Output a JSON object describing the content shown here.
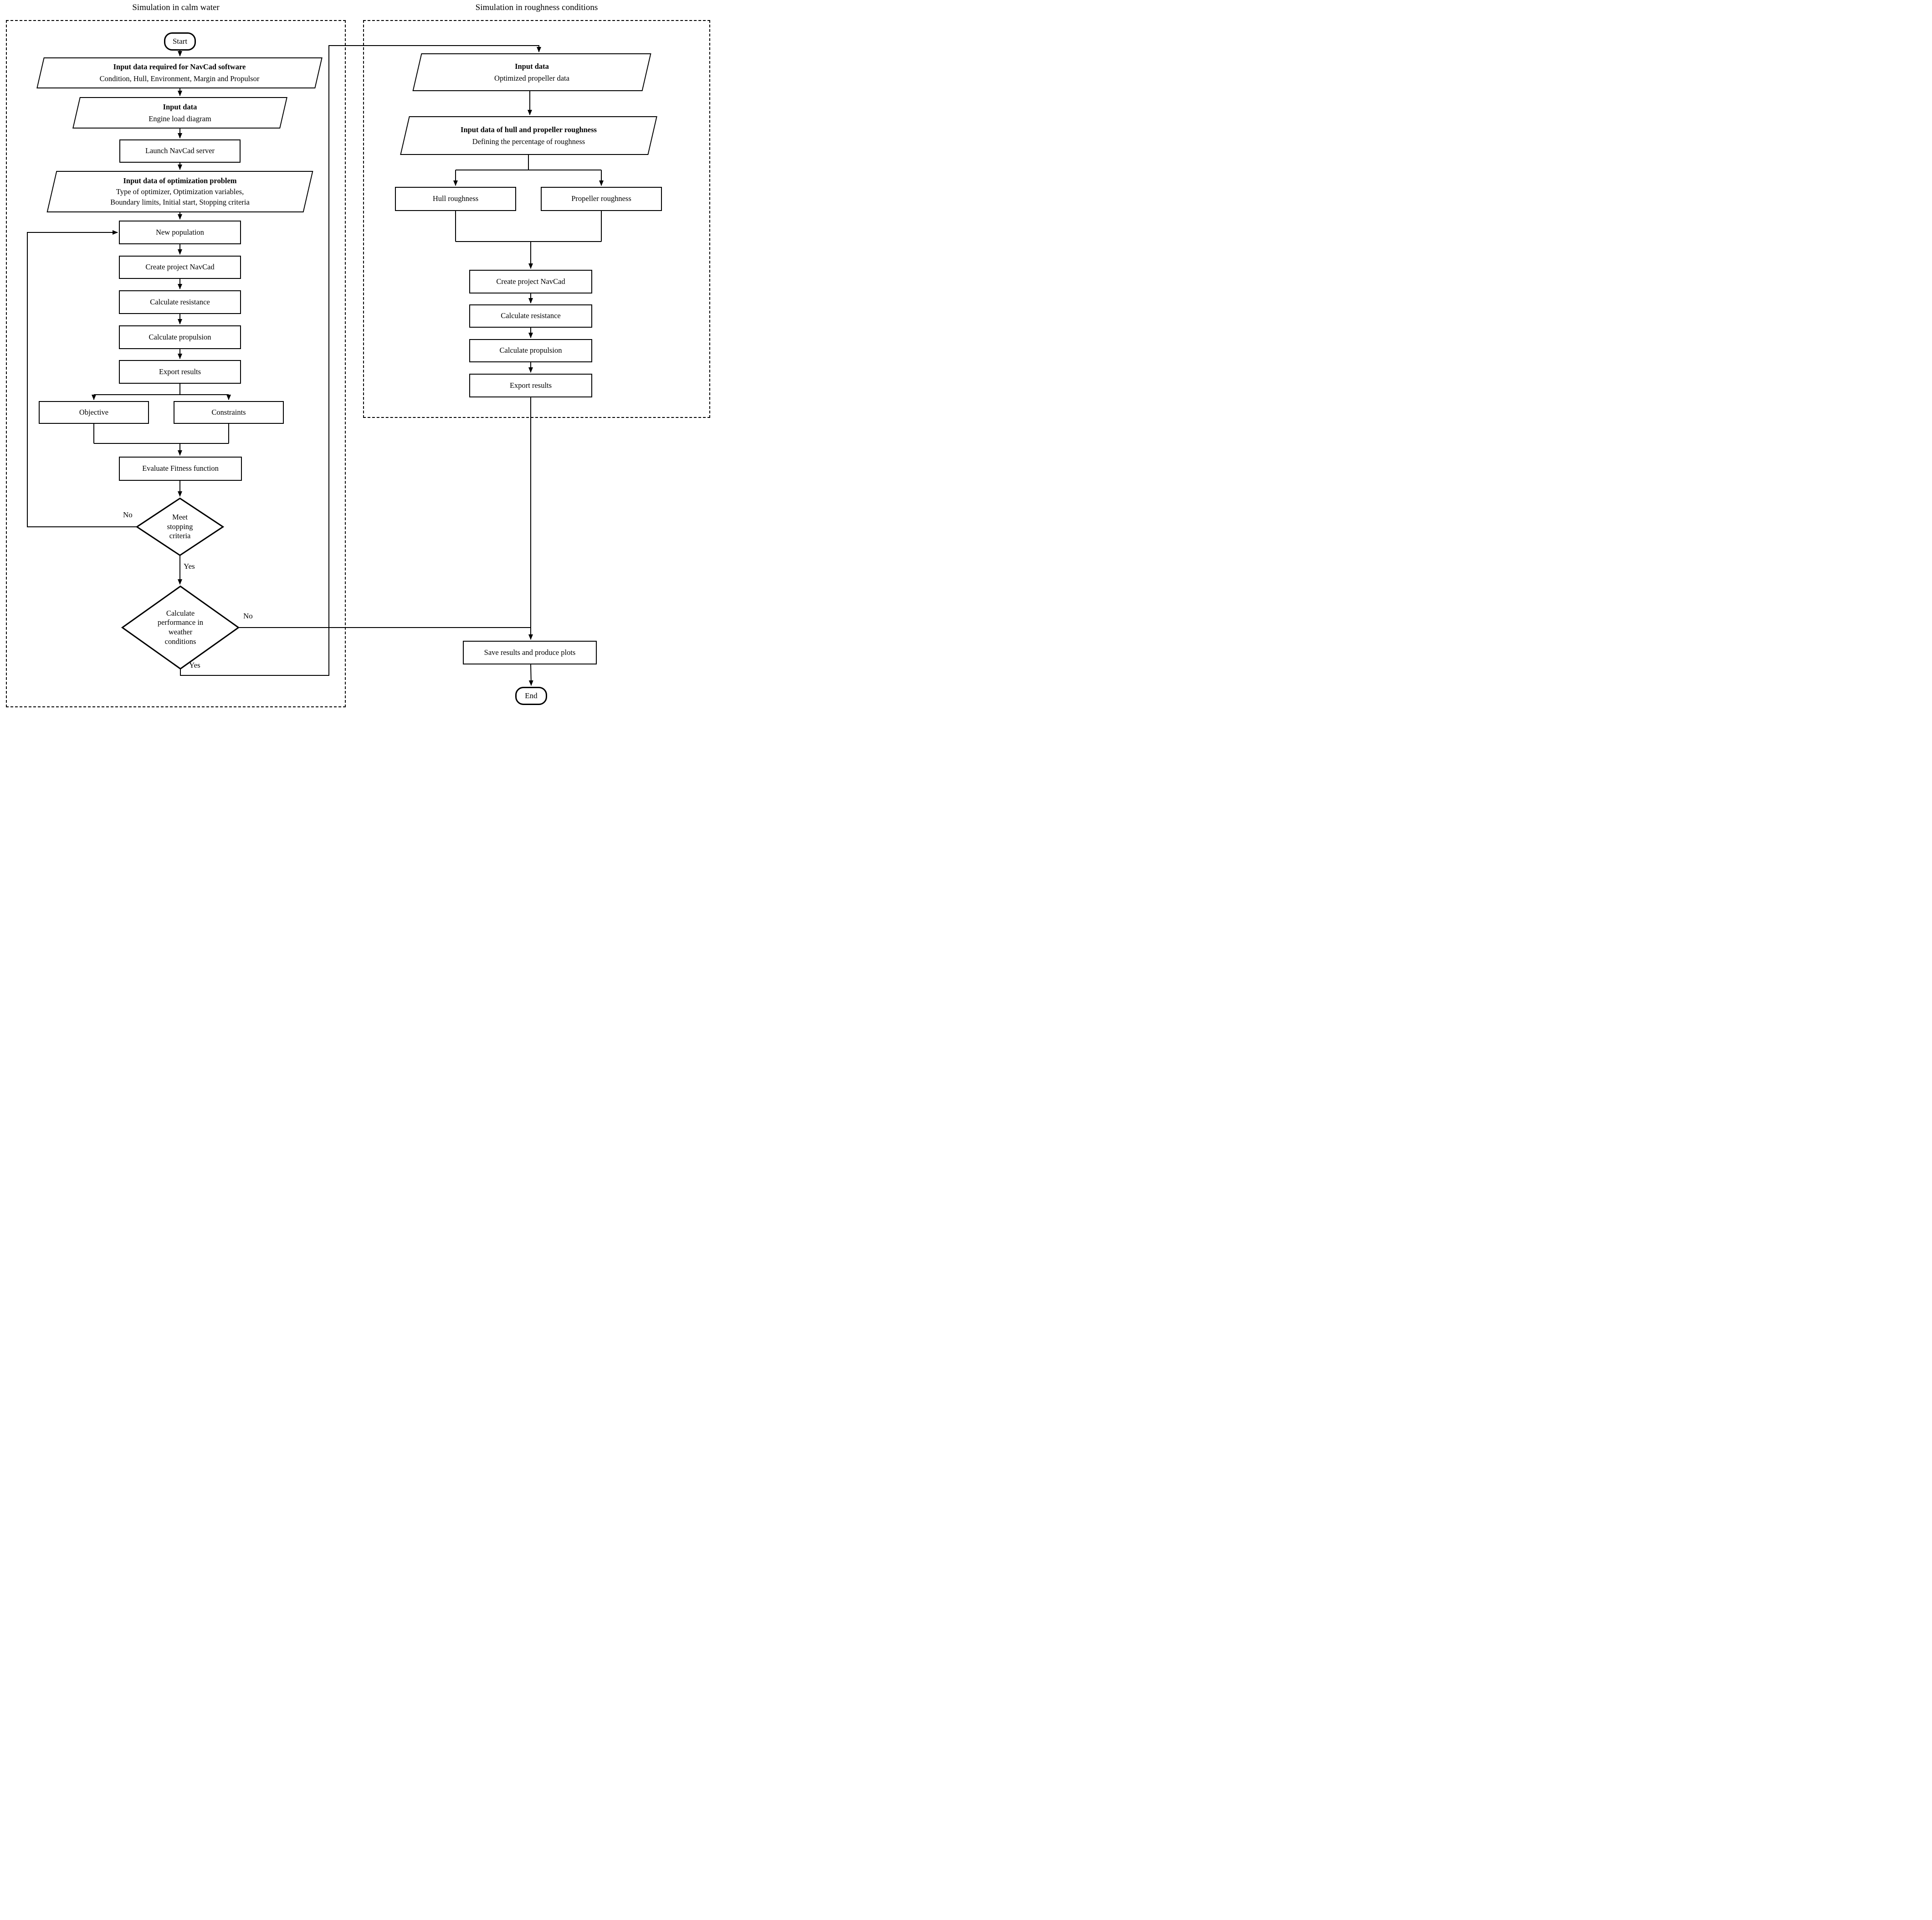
{
  "titles": {
    "left": "Simulation in calm water",
    "right": "Simulation in roughness conditions"
  },
  "calm": {
    "start": "Start",
    "input_navcad": {
      "title": "Input data required for NavCad software",
      "subtitle": "Condition, Hull, Environment, Margin and Propulsor"
    },
    "input_engine": {
      "title": "Input data",
      "subtitle": "Engine load diagram"
    },
    "launch_server": "Launch NavCad server",
    "input_optimization": {
      "title": "Input data of optimization problem",
      "lines": [
        "Type of optimizer, Optimization variables,",
        "Boundary limits, Initial start, Stopping criteria"
      ]
    },
    "new_population": "New population",
    "create_project": "Create project NavCad",
    "calc_resistance": "Calculate resistance",
    "calc_propulsion": "Calculate propulsion",
    "export_results": "Export results",
    "objective": "Objective",
    "constraints": "Constraints",
    "evaluate_fitness": "Evaluate Fitness function",
    "meet_stopping": {
      "text": "Meet stopping criteria",
      "no": "No",
      "yes": "Yes"
    },
    "weather_decision": {
      "text": "Calculate performance in weather conditions",
      "no": "No",
      "yes": "Yes"
    }
  },
  "rough": {
    "input_propeller": {
      "title": "Input data",
      "subtitle": "Optimized propeller data"
    },
    "input_roughness": {
      "title": "Input data of hull and propeller roughness",
      "subtitle": "Defining the percentage of roughness"
    },
    "hull_roughness": "Hull roughness",
    "propeller_roughness": "Propeller roughness",
    "create_project": "Create project NavCad",
    "calc_resistance": "Calculate resistance",
    "calc_propulsion": "Calculate propulsion",
    "export_results": "Export results"
  },
  "final": {
    "save_results": "Save results and produce plots",
    "end": "End"
  },
  "colors": {
    "stroke": "#000000",
    "background": "#ffffff"
  }
}
